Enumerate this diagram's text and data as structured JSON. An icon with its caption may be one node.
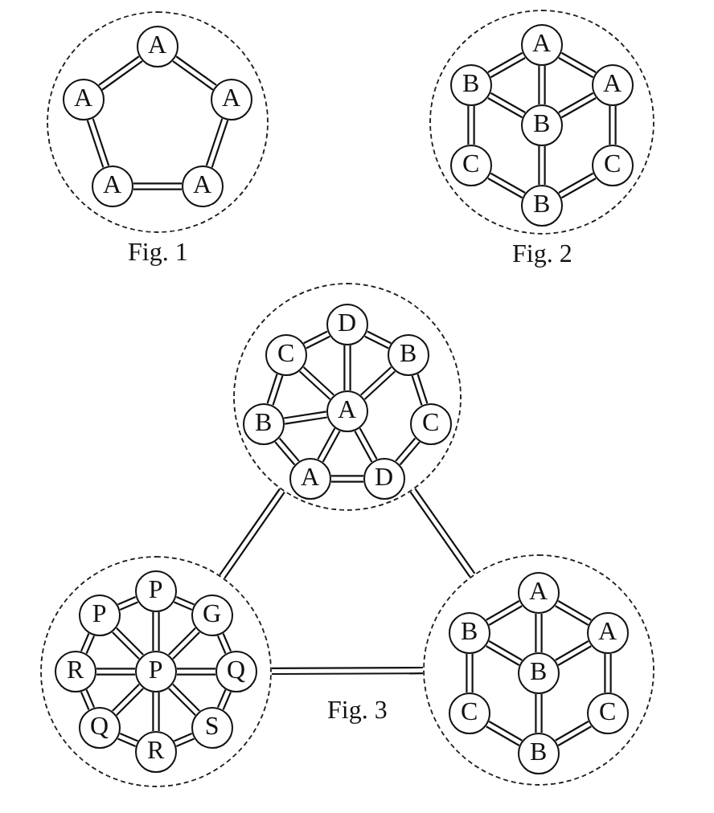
{
  "diagram": {
    "nodes": [
      {
        "text": [],
        "shape": "circle",
        "beside": [
          "Fig. 1"
        ]
      },
      {
        "text": [
          "A"
        ],
        "in": 0
      },
      {
        "text": [
          "A"
        ],
        "in": 0
      },
      {
        "text": [
          "A"
        ],
        "in": 0
      },
      {
        "text": [
          "A"
        ],
        "in": 0
      },
      {
        "text": [
          "A"
        ],
        "in": 0
      },
      {
        "text": [],
        "shape": "circle",
        "beside": [
          "Fig. 2"
        ]
      },
      {
        "text": [
          "A"
        ],
        "in": 6
      },
      {
        "text": [
          "B"
        ],
        "in": 6
      },
      {
        "text": [
          "A"
        ],
        "in": 6
      },
      {
        "text": [
          "B"
        ],
        "in": 6
      },
      {
        "text": [
          "C"
        ],
        "in": 6
      },
      {
        "text": [
          "C"
        ],
        "in": 6
      },
      {
        "text": [
          "B"
        ],
        "in": 6
      },
      {
        "text": [],
        "shape": "circle"
      },
      {
        "text": [
          "D"
        ],
        "in": 14
      },
      {
        "text": [
          "C"
        ],
        "in": 14
      },
      {
        "text": [
          "B"
        ],
        "in": 14
      },
      {
        "text": [
          "A"
        ],
        "in": 14
      },
      {
        "text": [
          "B"
        ],
        "in": 14
      },
      {
        "text": [
          "C"
        ],
        "in": 14
      },
      {
        "text": [
          "A"
        ],
        "in": 14
      },
      {
        "text": [
          "D"
        ],
        "in": 14
      },
      {
        "text": [],
        "shape": "circle"
      },
      {
        "text": [
          "P"
        ],
        "in": 23
      },
      {
        "text": [
          "P"
        ],
        "in": 23
      },
      {
        "text": [
          "G"
        ],
        "in": 23
      },
      {
        "text": [
          "R"
        ],
        "in": 23
      },
      {
        "text": [
          "P"
        ],
        "in": 23
      },
      {
        "text": [
          "Q"
        ],
        "in": 23
      },
      {
        "text": [
          "Q"
        ],
        "in": 23
      },
      {
        "text": [
          "S"
        ],
        "in": 23
      },
      {
        "text": [
          "R"
        ],
        "in": 23
      },
      {
        "text": [],
        "shape": "circle"
      },
      {
        "text": [
          "A"
        ],
        "in": 33
      },
      {
        "text": [
          "B"
        ],
        "in": 33
      },
      {
        "text": [
          "A"
        ],
        "in": 33
      },
      {
        "text": [
          "B"
        ],
        "in": 33
      },
      {
        "text": [
          "C"
        ],
        "in": 33
      },
      {
        "text": [
          "C"
        ],
        "in": 33
      },
      {
        "text": [
          "B"
        ],
        "in": 33
      }
    ],
    "edges": [
      {
        "from": 1,
        "to": 2,
        "arrow": "none"
      },
      {
        "from": 1,
        "to": 3,
        "arrow": "none"
      },
      {
        "from": 2,
        "to": 4,
        "arrow": "none"
      },
      {
        "from": 3,
        "to": 5,
        "arrow": "none"
      },
      {
        "from": 4,
        "to": 5,
        "arrow": "none"
      },
      {
        "from": 7,
        "to": 8,
        "arrow": "none"
      },
      {
        "from": 7,
        "to": 9,
        "arrow": "none"
      },
      {
        "from": 7,
        "to": 10,
        "arrow": "none"
      },
      {
        "from": 8,
        "to": 10,
        "arrow": "none"
      },
      {
        "from": 9,
        "to": 10,
        "arrow": "none"
      },
      {
        "from": 8,
        "to": 11,
        "arrow": "none"
      },
      {
        "from": 9,
        "to": 12,
        "arrow": "none"
      },
      {
        "from": 10,
        "to": 13,
        "arrow": "none"
      },
      {
        "from": 11,
        "to": 13,
        "arrow": "none"
      },
      {
        "from": 12,
        "to": 13,
        "arrow": "none"
      },
      {
        "from": 15,
        "to": 16,
        "arrow": "none"
      },
      {
        "from": 15,
        "to": 17,
        "arrow": "none"
      },
      {
        "from": 15,
        "to": 18,
        "arrow": "none"
      },
      {
        "from": 16,
        "to": 18,
        "arrow": "none"
      },
      {
        "from": 17,
        "to": 18,
        "arrow": "none"
      },
      {
        "from": 16,
        "to": 19,
        "arrow": "none"
      },
      {
        "from": 19,
        "to": 18,
        "arrow": "none"
      },
      {
        "from": 17,
        "to": 20,
        "arrow": "none"
      },
      {
        "from": 19,
        "to": 21,
        "arrow": "none"
      },
      {
        "from": 18,
        "to": 21,
        "arrow": "none"
      },
      {
        "from": 18,
        "to": 22,
        "arrow": "none"
      },
      {
        "from": 21,
        "to": 22,
        "arrow": "none"
      },
      {
        "from": 20,
        "to": 22,
        "arrow": "none"
      },
      {
        "from": 24,
        "to": 25,
        "arrow": "none"
      },
      {
        "from": 24,
        "to": 26,
        "arrow": "none"
      },
      {
        "from": 24,
        "to": 28,
        "arrow": "none"
      },
      {
        "from": 25,
        "to": 27,
        "arrow": "none"
      },
      {
        "from": 25,
        "to": 28,
        "arrow": "none"
      },
      {
        "from": 26,
        "to": 29,
        "arrow": "none"
      },
      {
        "from": 26,
        "to": 28,
        "arrow": "none"
      },
      {
        "from": 27,
        "to": 28,
        "arrow": "none"
      },
      {
        "from": 28,
        "to": 29,
        "arrow": "none"
      },
      {
        "from": 27,
        "to": 30,
        "arrow": "none"
      },
      {
        "from": 29,
        "to": 31,
        "arrow": "none"
      },
      {
        "from": 28,
        "to": 30,
        "arrow": "none"
      },
      {
        "from": 28,
        "to": 31,
        "arrow": "none"
      },
      {
        "from": 28,
        "to": 32,
        "arrow": "none"
      },
      {
        "from": 30,
        "to": 32,
        "arrow": "none"
      },
      {
        "from": 31,
        "to": 32,
        "arrow": "none"
      },
      {
        "from": 34,
        "to": 35,
        "arrow": "none"
      },
      {
        "from": 34,
        "to": 36,
        "arrow": "none"
      },
      {
        "from": 34,
        "to": 37,
        "arrow": "none"
      },
      {
        "from": 35,
        "to": 37,
        "arrow": "none"
      },
      {
        "from": 36,
        "to": 37,
        "arrow": "none"
      },
      {
        "from": 35,
        "to": 38,
        "arrow": "none"
      },
      {
        "from": 36,
        "to": 39,
        "arrow": "none"
      },
      {
        "from": 37,
        "to": 40,
        "arrow": "none"
      },
      {
        "from": 38,
        "to": 40,
        "arrow": "none"
      },
      {
        "from": 39,
        "to": 40,
        "arrow": "none"
      },
      {
        "from": 14,
        "to": 23,
        "arrow": "none"
      },
      {
        "from": 14,
        "to": 33,
        "arrow": "none"
      },
      {
        "from": 23,
        "to": 33,
        "arrow": "none"
      }
    ],
    "labels": [
      "Fig. 3"
    ]
  }
}
